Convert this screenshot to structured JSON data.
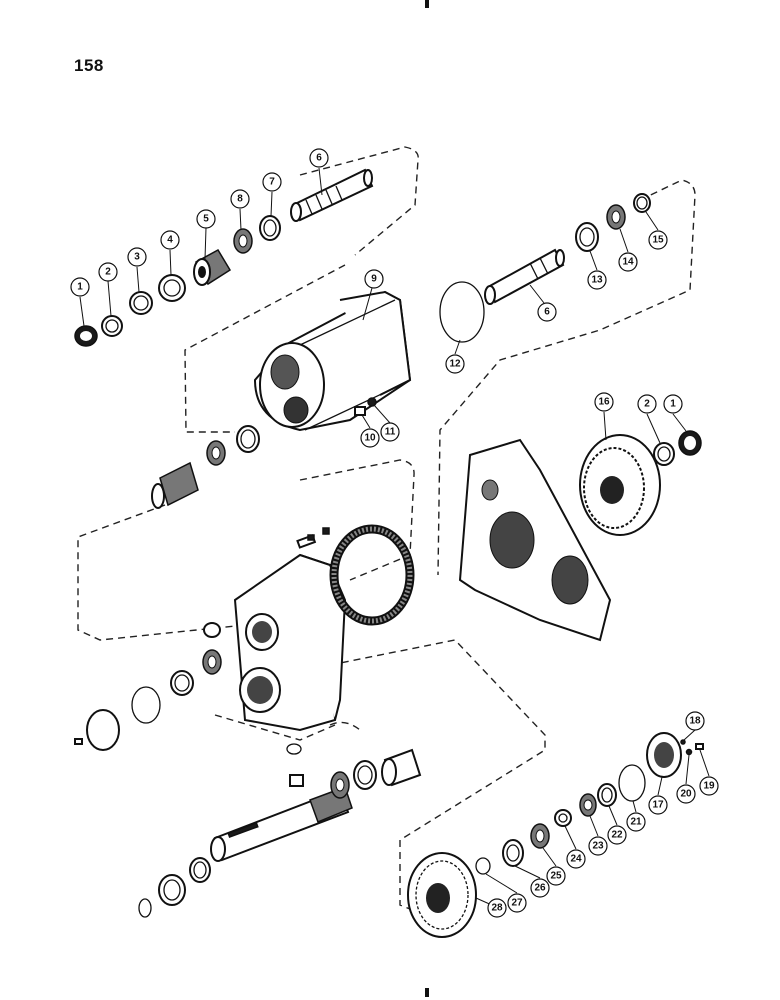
{
  "page": {
    "number": "158"
  },
  "callouts": [
    "1",
    "2",
    "3",
    "4",
    "5",
    "6",
    "7",
    "8",
    "9",
    "10",
    "11",
    "12",
    "13",
    "14",
    "15",
    "16",
    "17",
    "18",
    "19",
    "20",
    "21",
    "22",
    "23",
    "24",
    "25",
    "26",
    "27",
    "28"
  ]
}
